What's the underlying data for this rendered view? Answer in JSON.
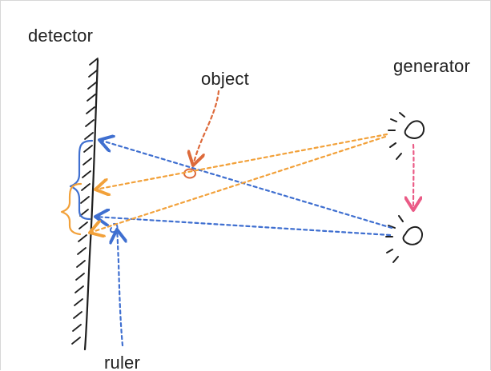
{
  "labels": {
    "detector": "detector",
    "object": "object",
    "generator": "generator",
    "ruler": "ruler"
  },
  "colors": {
    "ink": "#1f1f1f",
    "blue": "#3f6fd0",
    "orange": "#f2a13a",
    "red_orange": "#dd6a3b",
    "pink": "#ea5b86"
  },
  "icons": {
    "detector": "hatched-wall-icon",
    "generator": "source-emitter-icon",
    "object": "small-circle-object-icon",
    "ruler": "small-curved-marker-icon"
  }
}
